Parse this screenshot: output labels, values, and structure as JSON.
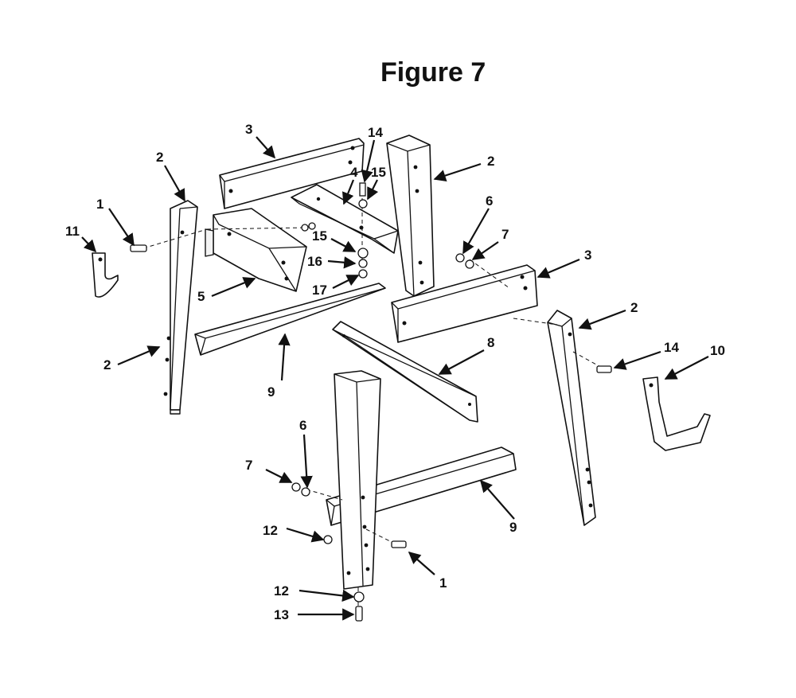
{
  "figure": {
    "title": "Figure 7"
  },
  "callouts": {
    "c1a": "1",
    "c1b": "1",
    "c2a": "2",
    "c2b": "2",
    "c2c": "2",
    "c2d": "2",
    "c3a": "3",
    "c3b": "3",
    "c4": "4",
    "c5": "5",
    "c6a": "6",
    "c6b": "6",
    "c7a": "7",
    "c7b": "7",
    "c8": "8",
    "c9a": "9",
    "c9b": "9",
    "c10": "10",
    "c11": "11",
    "c12a": "12",
    "c12b": "12",
    "c13": "13",
    "c14a": "14",
    "c14b": "14",
    "c15a": "15",
    "c15b": "15",
    "c16": "16",
    "c17": "17"
  }
}
